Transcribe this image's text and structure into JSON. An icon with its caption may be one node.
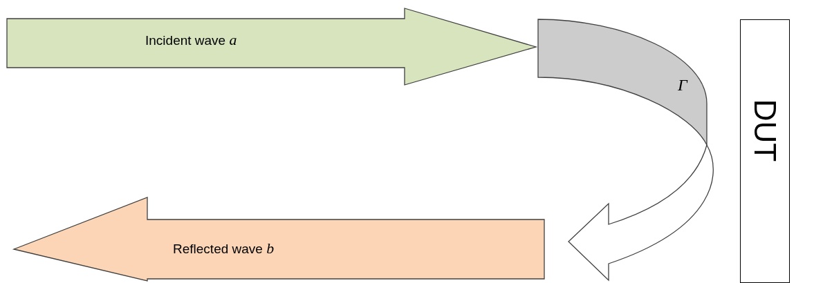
{
  "diagram": {
    "nodes": [
      {
        "text": [
          "Incident wave *a*"
        ]
      },
      {
        "text": [
          "Γ"
        ]
      },
      {
        "text": [
          "Reflected wave *b*"
        ]
      },
      {
        "text": [
          "DUT"
        ]
      }
    ]
  }
}
